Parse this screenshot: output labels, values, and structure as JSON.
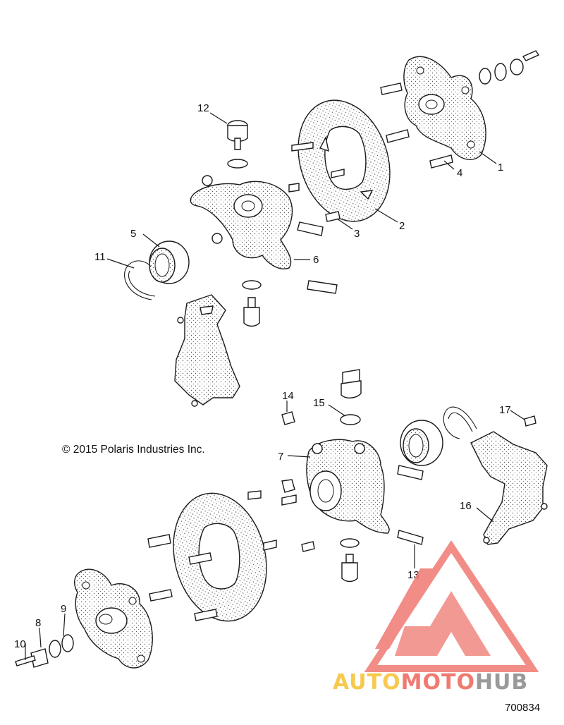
{
  "copyright": "© 2015 Polaris Industries Inc.",
  "figure_number": "700834",
  "watermark": {
    "text_part1": "AUTO",
    "text_part2": "MOTO",
    "text_part3": "HUB",
    "color_part1": "#f6c94f",
    "color_part2": "#ef7a72",
    "color_part3": "#9a9a9a",
    "logo_color": "#ef7a72"
  },
  "callouts": [
    "1",
    "2",
    "3",
    "4",
    "5",
    "6",
    "7",
    "8",
    "9",
    "10",
    "11",
    "12",
    "13",
    "14",
    "15",
    "16",
    "17"
  ]
}
